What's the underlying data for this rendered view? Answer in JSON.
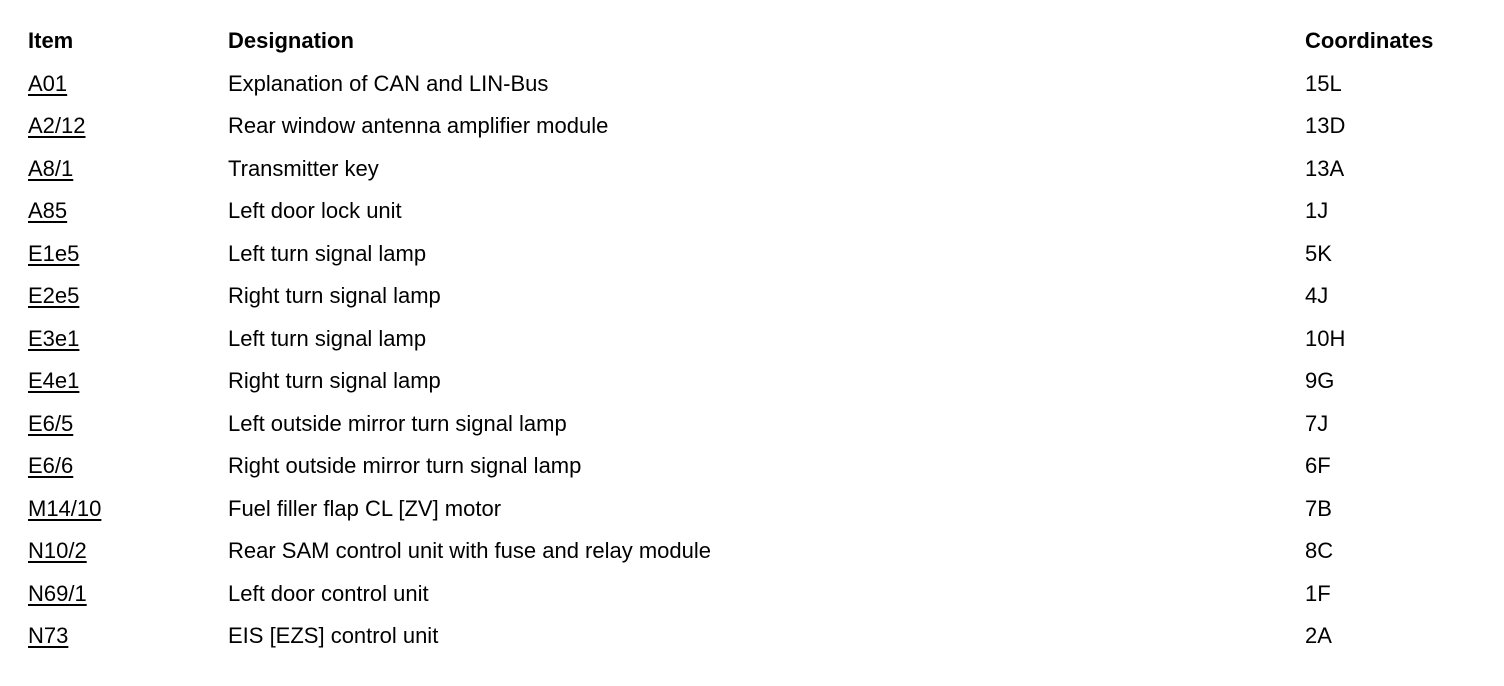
{
  "table": {
    "headers": {
      "item": "Item",
      "designation": "Designation",
      "coordinates": "Coordinates"
    },
    "rows": [
      {
        "item": "A01",
        "designation": "Explanation of CAN and LIN-Bus",
        "coordinates": "15L"
      },
      {
        "item": "A2/12",
        "designation": "Rear window antenna amplifier module",
        "coordinates": "13D"
      },
      {
        "item": "A8/1",
        "designation": "Transmitter key",
        "coordinates": "13A"
      },
      {
        "item": "A85",
        "designation": "Left door lock unit",
        "coordinates": "1J"
      },
      {
        "item": "E1e5",
        "designation": "Left turn signal lamp",
        "coordinates": "5K"
      },
      {
        "item": "E2e5",
        "designation": "Right turn signal lamp",
        "coordinates": "4J"
      },
      {
        "item": "E3e1",
        "designation": "Left turn signal lamp",
        "coordinates": "10H"
      },
      {
        "item": "E4e1",
        "designation": "Right turn signal lamp",
        "coordinates": "9G"
      },
      {
        "item": "E6/5",
        "designation": "Left outside mirror turn signal lamp",
        "coordinates": "7J"
      },
      {
        "item": "E6/6",
        "designation": "Right outside mirror turn signal lamp",
        "coordinates": "6F"
      },
      {
        "item": "M14/10",
        "designation": "Fuel filler flap CL [ZV] motor",
        "coordinates": "7B"
      },
      {
        "item": "N10/2",
        "designation": "Rear SAM control unit with fuse and relay module",
        "coordinates": "8C"
      },
      {
        "item": "N69/1",
        "designation": "Left door control unit",
        "coordinates": "1F"
      },
      {
        "item": "N73",
        "designation": "EIS [EZS] control unit",
        "coordinates": "2A"
      }
    ]
  }
}
